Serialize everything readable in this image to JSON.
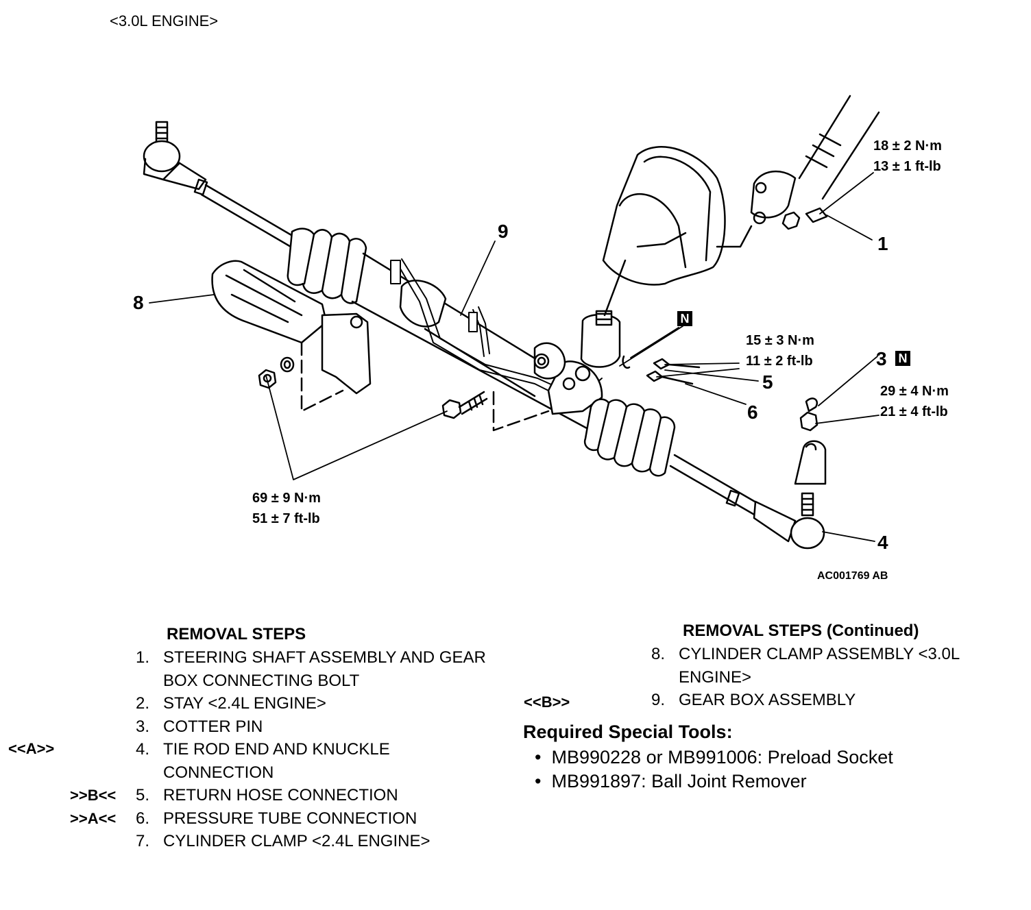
{
  "header": "<3.0L ENGINE>",
  "figure": {
    "code": "AC001769 AB",
    "callouts": [
      "1",
      "3",
      "4",
      "5",
      "6",
      "8",
      "9"
    ],
    "n_mark": "N",
    "torques": {
      "t1": [
        "18 ± 2 N·m",
        "13 ± 1 ft-lb"
      ],
      "t2": [
        "15 ± 3 N·m",
        "11 ± 2 ft-lb"
      ],
      "t3": [
        "29 ± 4 N·m",
        "21 ± 4 ft-lb"
      ],
      "t4": [
        "69 ± 9 N·m",
        "51 ± 7 ft-lb"
      ]
    }
  },
  "steps_left": {
    "title": "REMOVAL STEPS",
    "items": [
      {
        "num": "1.",
        "text": "STEERING SHAFT ASSEMBLY AND GEAR BOX CONNECTING BOLT",
        "mark": ""
      },
      {
        "num": "2.",
        "text": "STAY <2.4L ENGINE>",
        "mark": ""
      },
      {
        "num": "3.",
        "text": "COTTER PIN",
        "mark": ""
      },
      {
        "num": "4.",
        "text": "TIE ROD END AND KNUCKLE CONNECTION",
        "mark": "<<A>>"
      },
      {
        "num": "5.",
        "text": "RETURN HOSE CONNECTION",
        "mark": ">>B<<"
      },
      {
        "num": "6.",
        "text": "PRESSURE TUBE CONNECTION",
        "mark": ">>A<<"
      },
      {
        "num": "7.",
        "text": "CYLINDER CLAMP <2.4L ENGINE>",
        "mark": ""
      }
    ]
  },
  "steps_right": {
    "title": "REMOVAL STEPS (Continued)",
    "items": [
      {
        "num": "8.",
        "text": "CYLINDER CLAMP ASSEMBLY <3.0L ENGINE>",
        "mark": ""
      },
      {
        "num": "9.",
        "text": "GEAR BOX ASSEMBLY",
        "mark": "<<B>>"
      }
    ]
  },
  "tools": {
    "title": "Required Special Tools:",
    "items": [
      "MB990228 or MB991006: Preload Socket",
      "MB991897: Ball Joint Remover"
    ]
  }
}
